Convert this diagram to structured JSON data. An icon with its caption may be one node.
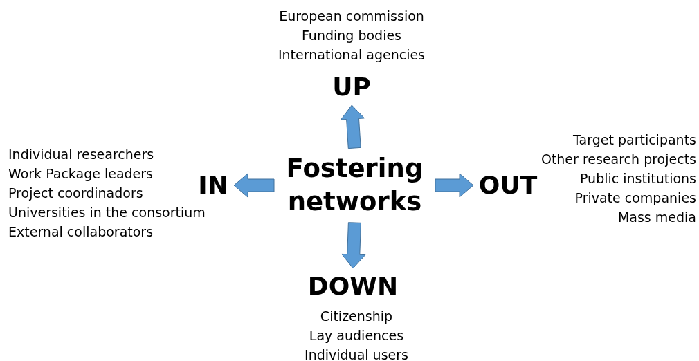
{
  "diagram": {
    "nodes": [
      {
        "text": [
          "Fostering networks"
        ]
      },
      {
        "text": [
          "UP"
        ],
        "beside": [
          "European commission",
          "Funding bodies",
          "International agencies"
        ]
      },
      {
        "text": [
          "IN"
        ],
        "beside": [
          "Individual researchers",
          "Work Package leaders",
          "Project coordinadors",
          "Universities in the consortium",
          "External collaborators"
        ]
      },
      {
        "text": [
          "OUT"
        ],
        "beside": [
          "Target participants",
          "Other research projects",
          "Public institutions",
          "Private companies",
          "Mass media"
        ]
      },
      {
        "text": [
          "DOWN"
        ],
        "beside": [
          "Citizenship",
          "Lay audiences",
          "Individual users"
        ]
      }
    ],
    "edges": [
      {
        "from": 0,
        "to": 1,
        "arrow": "to"
      },
      {
        "from": 0,
        "to": 2,
        "arrow": "to"
      },
      {
        "from": 0,
        "to": 3,
        "arrow": "to"
      },
      {
        "from": 0,
        "to": 4,
        "arrow": "to"
      }
    ]
  }
}
